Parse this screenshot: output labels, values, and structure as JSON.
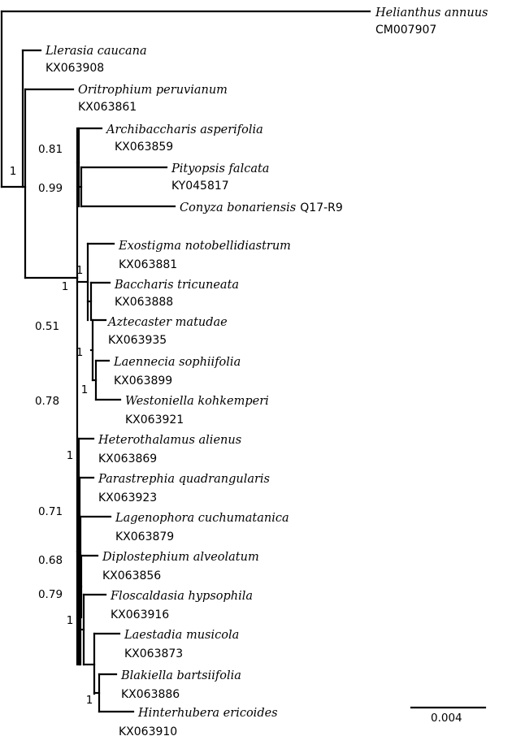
{
  "tree": {
    "taxa": [
      {
        "id": "helianthus",
        "name": "Helianthus annuus",
        "accession": "CM007907"
      },
      {
        "id": "llerasia",
        "name": "Llerasia caucana",
        "accession": "KX063908"
      },
      {
        "id": "oritrophium",
        "name": "Oritrophium peruvianum",
        "accession": "KX063861"
      },
      {
        "id": "archibaccharis",
        "name": "Archibaccharis asperifolia",
        "accession": "KX063859"
      },
      {
        "id": "pityopsis",
        "name": "Pityopsis falcata",
        "accession": "KY045817"
      },
      {
        "id": "conyza",
        "name": "Conyza bonariensis",
        "accession": "Q17-R9"
      },
      {
        "id": "exostigma",
        "name": "Exostigma notobellidiastrum",
        "accession": "KX063881"
      },
      {
        "id": "baccharis",
        "name": "Baccharis tricuneata",
        "accession": "KX063888"
      },
      {
        "id": "aztecaster",
        "name": "Aztecaster matudae",
        "accession": "KX063935"
      },
      {
        "id": "laennecia",
        "name": "Laennecia sophiifolia",
        "accession": "KX063899"
      },
      {
        "id": "westoniella",
        "name": "Westoniella kohkemperi",
        "accession": "KX063921"
      },
      {
        "id": "heterothalamus",
        "name": "Heterothalamus alienus",
        "accession": "KX063869"
      },
      {
        "id": "parastrephia",
        "name": "Parastrephia quadrangularis",
        "accession": "KX063923"
      },
      {
        "id": "lagenophora",
        "name": "Lagenophora cuchumatanica",
        "accession": "KX063879"
      },
      {
        "id": "diplostephium",
        "name": "Diplostephium alveolatum",
        "accession": "KX063856"
      },
      {
        "id": "floscaldasia",
        "name": "Floscaldasia hypsophila",
        "accession": "KX063916"
      },
      {
        "id": "laestadia",
        "name": "Laestadia musicola",
        "accession": "KX063873"
      },
      {
        "id": "blakiella",
        "name": "Blakiella bartsiifolia",
        "accession": "KX063886"
      },
      {
        "id": "hinterhubera",
        "name": "Hinterhubera ericoides",
        "accession": "KX063910"
      }
    ],
    "support_values": [
      {
        "id": "s-root",
        "value": "1"
      },
      {
        "id": "s-081",
        "value": "0.81"
      },
      {
        "id": "s-099",
        "value": "0.99"
      },
      {
        "id": "s-1-exo",
        "value": "1"
      },
      {
        "id": "s-1-astereae",
        "value": "1"
      },
      {
        "id": "s-051",
        "value": "0.51"
      },
      {
        "id": "s-1-azt",
        "value": "1"
      },
      {
        "id": "s-1-lae",
        "value": "1"
      },
      {
        "id": "s-078",
        "value": "0.78"
      },
      {
        "id": "s-1-het",
        "value": "1"
      },
      {
        "id": "s-071",
        "value": "0.71"
      },
      {
        "id": "s-068",
        "value": "0.68"
      },
      {
        "id": "s-079",
        "value": "0.79"
      },
      {
        "id": "s-1-flo",
        "value": "1"
      },
      {
        "id": "s-1-bla",
        "value": "1"
      }
    ],
    "scale_bar": {
      "label": "0.004"
    }
  }
}
